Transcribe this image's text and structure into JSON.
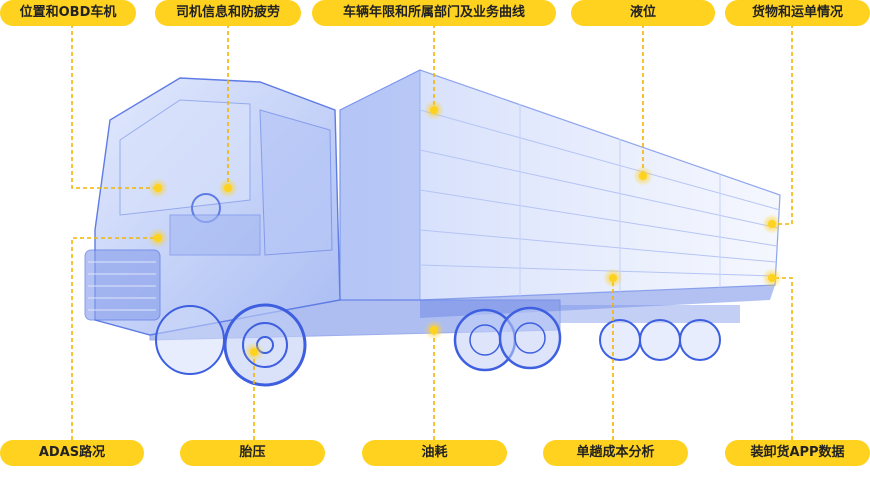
{
  "labels": {
    "top": [
      "位置和OBD车机",
      "司机信息和防疲劳",
      "车辆年限和所属部门及业务曲线",
      "液位",
      "货物和运单情况"
    ],
    "bottom": [
      "ADAS路况",
      "胎压",
      "油耗",
      "单趟成本分析",
      "装卸货APP数据"
    ]
  },
  "colors": {
    "accent": "#ffd21f",
    "line": "#f3b500",
    "truck": "#3d5fe0",
    "truck_light": "#b9c8f5"
  }
}
